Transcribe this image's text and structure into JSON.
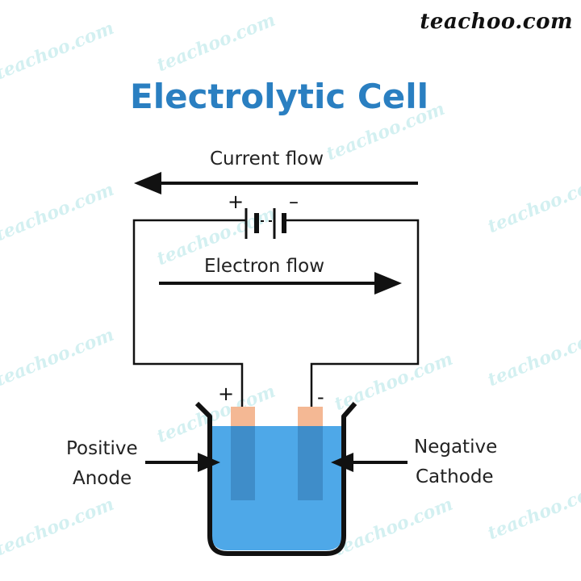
{
  "brand": "teachoo.com",
  "title": "Electrolytic Cell",
  "labels": {
    "current_flow": "Current flow",
    "electron_flow": "Electron flow",
    "anode_line1": "Positive",
    "anode_line2": "Anode",
    "cathode_line1": "Negative",
    "cathode_line2": "Cathode"
  },
  "signs": {
    "battery_positive": "+",
    "battery_negative": "–",
    "anode_sign": "+",
    "cathode_sign": "-"
  },
  "watermark_text": "teachoo.com",
  "colors": {
    "title": "#2a7fc1",
    "electrolyte": "#4ea8e8",
    "electrode": "#f4b894",
    "wire": "#111111",
    "watermark": "#d3f0f1"
  }
}
